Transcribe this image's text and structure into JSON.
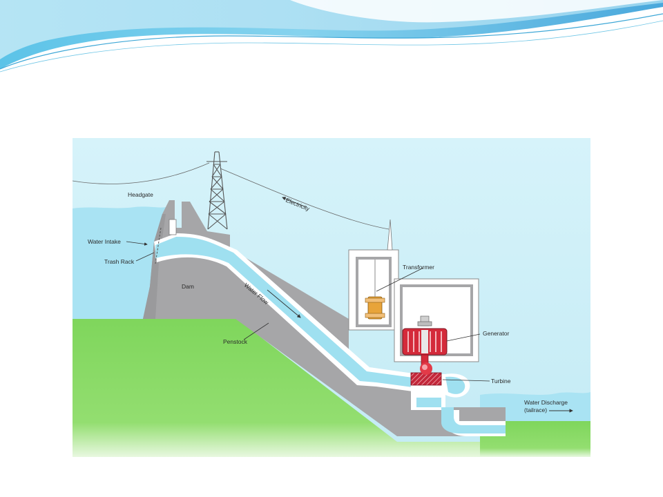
{
  "diagram": {
    "labels": {
      "headgate": "Headgate",
      "water_intake": "Water Intake",
      "trash_rack": "Trash Rack",
      "dam": "Dam",
      "electricity": "Electricity",
      "water_flow": "Water Flow",
      "penstock": "Penstock",
      "transformer": "Transformer",
      "generator": "Generator",
      "turbine": "Turbine",
      "water_discharge": "Water Discharge",
      "tailrace": "(tailrace)"
    },
    "colors": {
      "sky": "#cdeff7",
      "reservoir": "#a9e3f3",
      "ground": "#7fd65c",
      "concrete": "#a6a6a8",
      "water": "#9fe0f0",
      "generator": "#d42a3a",
      "transformer": "#e8a43a",
      "slide_wave": "#4fb8e0"
    }
  }
}
